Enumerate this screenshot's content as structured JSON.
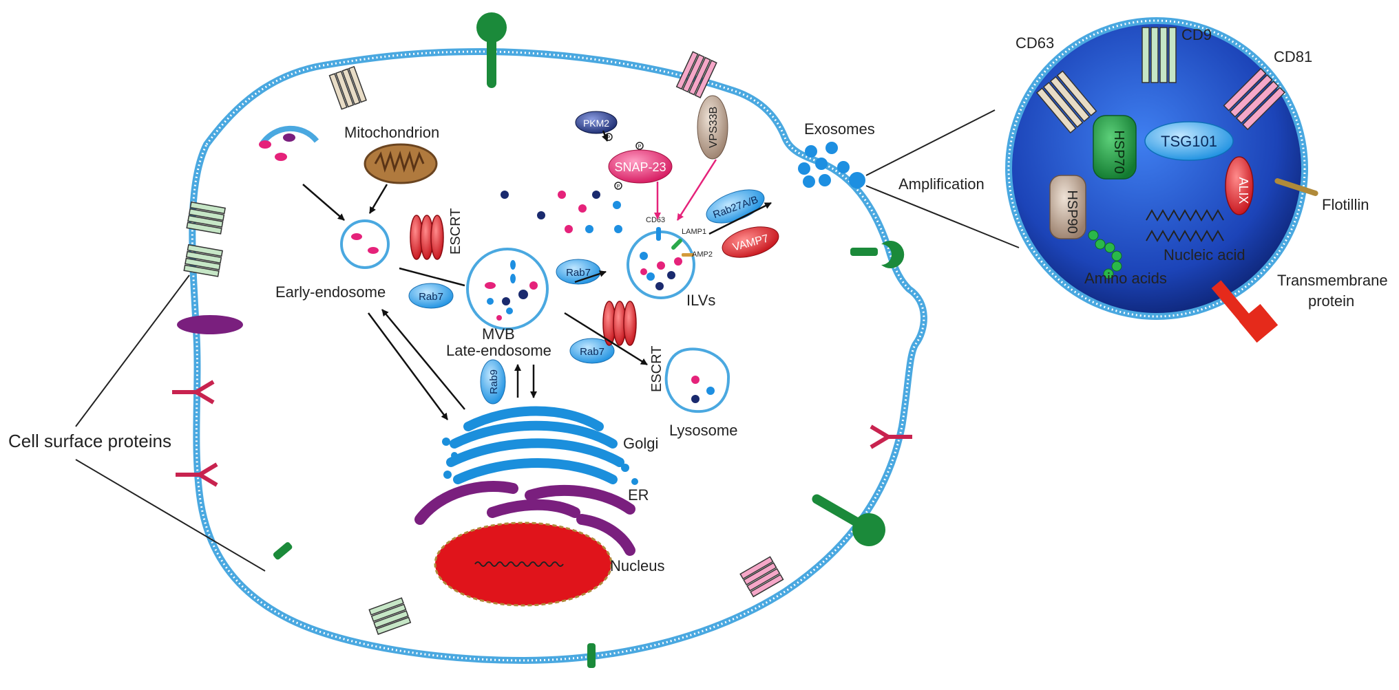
{
  "labels": {
    "mitochondrion": "Mitochondrion",
    "escrt": "ESCRT",
    "early_endosome": "Early-endosome",
    "rab7": "Rab7",
    "mvb": "MVB",
    "late_endosome": "Late-endosome",
    "rab9": "Rab9",
    "golgi": "Golgi",
    "er": "ER",
    "nucleus": "Nucleus",
    "lysosome": "Lysosome",
    "ilvs": "ILVs",
    "pkm2": "PKM2",
    "snap23": "SNAP-23",
    "p": "P",
    "vps33b": "VPS33B",
    "rab27": "Rab27A/B",
    "vamp7": "VAMP7",
    "cd63_small": "CD63",
    "lamp1": "LAMP1",
    "lamp2": "AMP2",
    "exosomes": "Exosomes",
    "amplification": "Amplification",
    "cell_surface_proteins": "Cell surface proteins",
    "cd63": "CD63",
    "cd9": "CD9",
    "cd81": "CD81",
    "hsp70": "HSP70",
    "tsg101": "TSG101",
    "hsp90": "HSP90",
    "alix": "ALIX",
    "flotillin": "Flotillin",
    "nucleic_acid": "Nucleic acid",
    "amino_acids": "Amino acids",
    "transmembrane_1": "Transmembrane",
    "transmembrane_2": "protein"
  },
  "colors": {
    "membrane": "#4aa8e0",
    "vesicle_blue": "#1d8fe1",
    "pink": "#e5227a",
    "navy": "#1a2a6e",
    "escrt_red": "#d8141c",
    "golgi_blue": "#1b8fdc",
    "er_purple": "#7a1f7e",
    "nucleus_red": "#e0141b",
    "exosome_dark": "#1a3aa8",
    "green_protein": "#1b8a3a"
  }
}
